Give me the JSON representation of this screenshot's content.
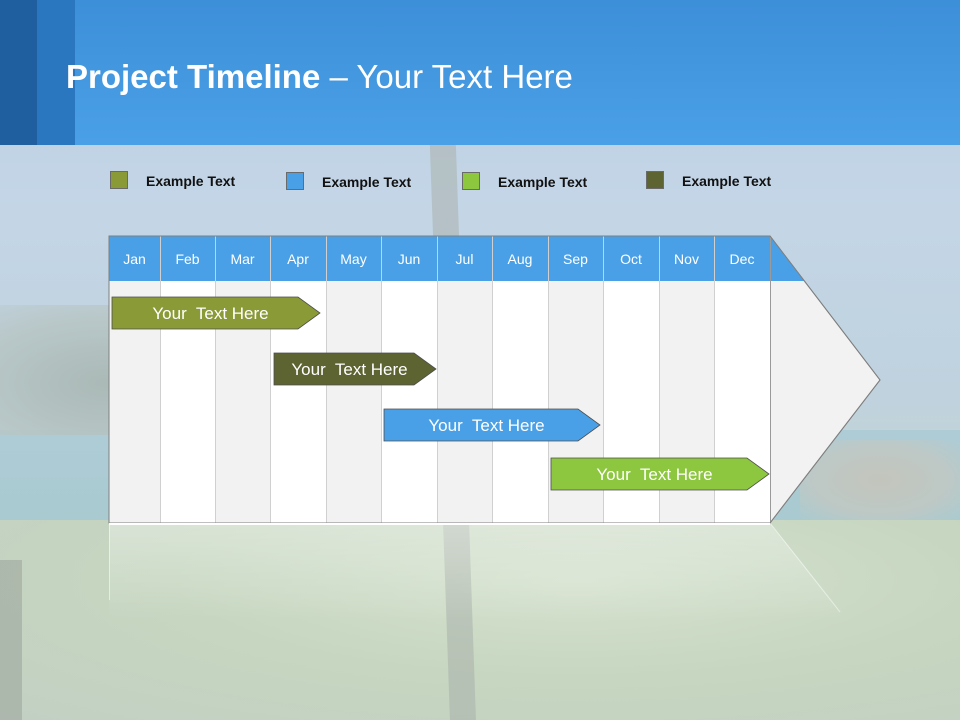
{
  "title": {
    "bold": "Project Timeline",
    "rest": " – Your Text Here"
  },
  "legend": [
    {
      "label": "Example Text",
      "color": "#8a9a36"
    },
    {
      "label": "Example Text",
      "color": "#4aa0e6"
    },
    {
      "label": "Example Text",
      "color": "#8dc63f"
    },
    {
      "label": "Example Text",
      "color": "#5e6332"
    }
  ],
  "months": [
    "Jan",
    "Feb",
    "Mar",
    "Apr",
    "May",
    "Jun",
    "Jul",
    "Aug",
    "Sep",
    "Oct",
    "Nov",
    "Dec"
  ],
  "tasks": [
    {
      "label": "Your  Text Here",
      "color": "#8a9a36"
    },
    {
      "label": "Your  Text Here",
      "color": "#5e6332"
    },
    {
      "label": "Your  Text Here",
      "color": "#4aa0e6"
    },
    {
      "label": "Your  Text Here",
      "color": "#8dc63f"
    }
  ],
  "colors": {
    "header": "#4aa0e6",
    "month_bar": "#4aa0e6"
  }
}
